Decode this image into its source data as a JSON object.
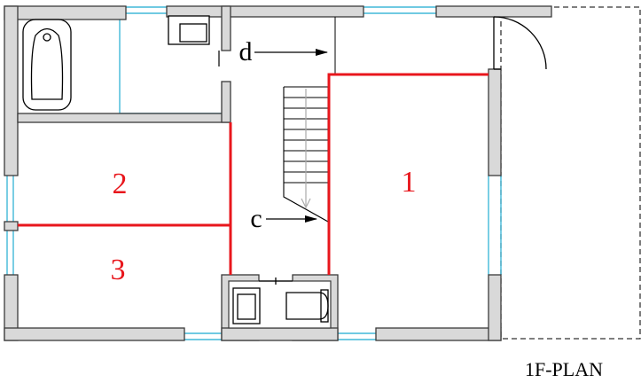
{
  "plan": {
    "title": "1F-PLAN",
    "zones": [
      {
        "id": "1",
        "label": "1"
      },
      {
        "id": "2",
        "label": "2"
      },
      {
        "id": "3",
        "label": "3"
      }
    ],
    "markers": [
      {
        "id": "c",
        "label": "c"
      },
      {
        "id": "d",
        "label": "d"
      }
    ],
    "colors": {
      "wall_fill": "#d9d9d9",
      "wall_stroke": "#3a3a3a",
      "partition": "#e8161c",
      "window": "#41b8d8",
      "line": "#000000",
      "arrow_gray": "#aaaaaa"
    }
  }
}
